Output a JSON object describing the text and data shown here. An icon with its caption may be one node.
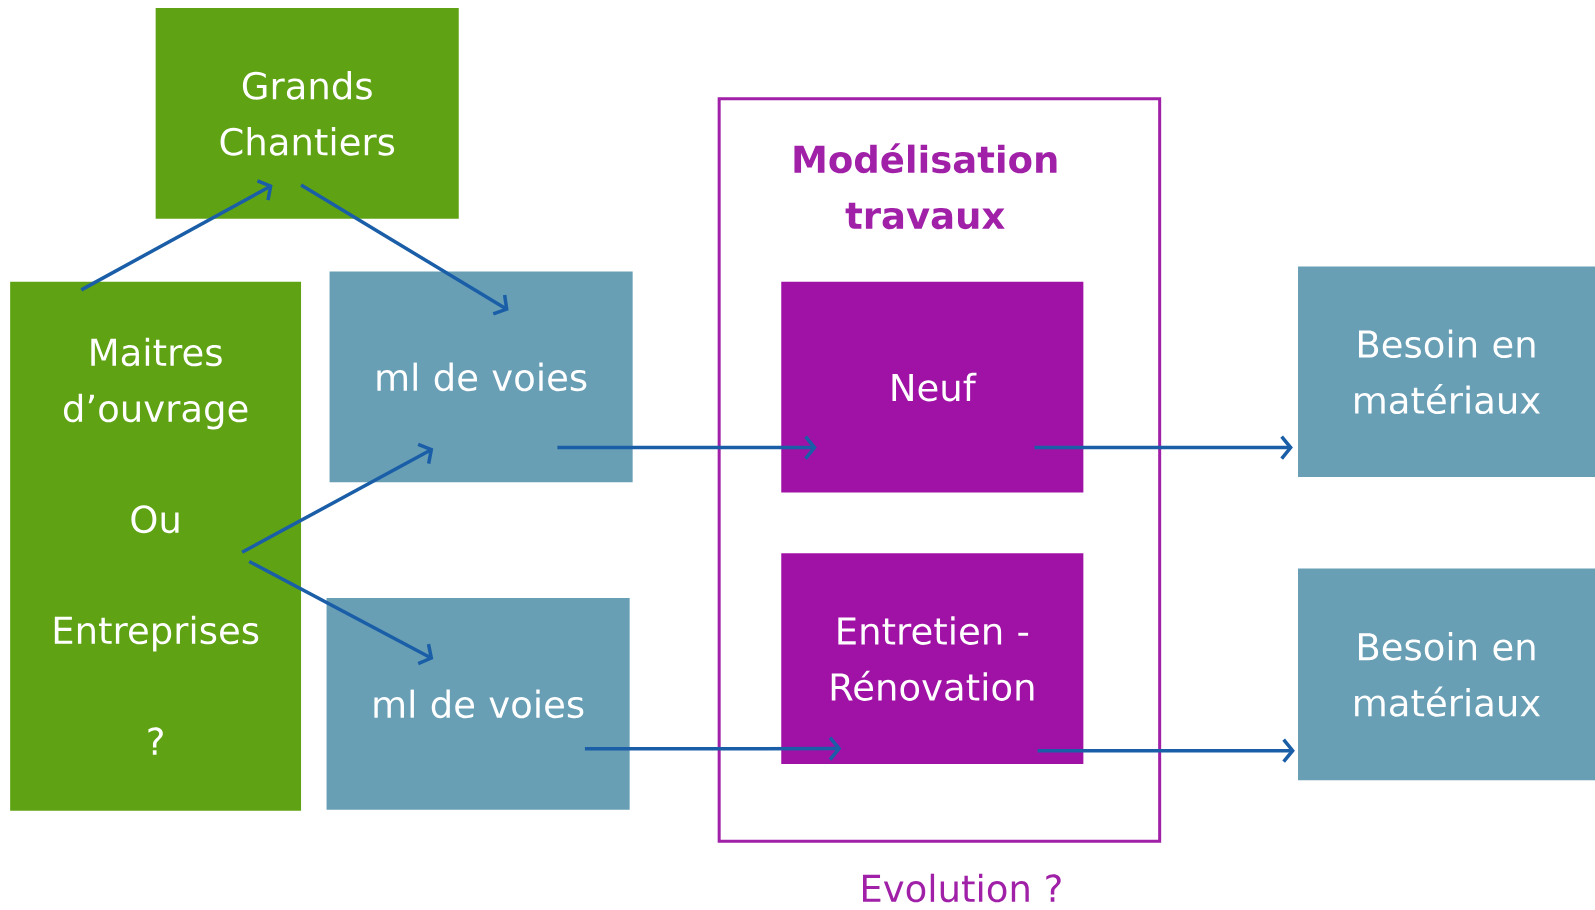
{
  "diagram": {
    "nodes": [
      {
        "text": [
          "Grands Chantiers"
        ]
      },
      {
        "text": [
          "Maitres d’ouvrage",
          "Ou",
          "Entreprises",
          "?"
        ]
      },
      {
        "text": [
          "ml de voies"
        ]
      },
      {
        "text": [
          "ml de voies"
        ]
      },
      {
        "text": [
          "Modélisation travaux"
        ],
        "beside": [
          "Evolution ?"
        ]
      },
      {
        "text": [
          "Neuf"
        ],
        "in": 4
      },
      {
        "text": [
          "Entretien - Rénovation"
        ],
        "in": 4
      },
      {
        "text": [
          "Besoin en matériaux"
        ]
      },
      {
        "text": [
          "Besoin en matériaux"
        ]
      }
    ],
    "edges": [
      {
        "from": 1,
        "to": 0,
        "arrow": "to"
      },
      {
        "from": 0,
        "to": 2,
        "arrow": "to"
      },
      {
        "from": 1,
        "to": 2,
        "arrow": "to"
      },
      {
        "from": 1,
        "to": 3,
        "arrow": "to"
      },
      {
        "from": 2,
        "to": 5,
        "arrow": "to"
      },
      {
        "from": 3,
        "to": 6,
        "arrow": "to"
      },
      {
        "from": 5,
        "to": 7,
        "arrow": "to"
      },
      {
        "from": 6,
        "to": 8,
        "arrow": "to"
      }
    ]
  }
}
